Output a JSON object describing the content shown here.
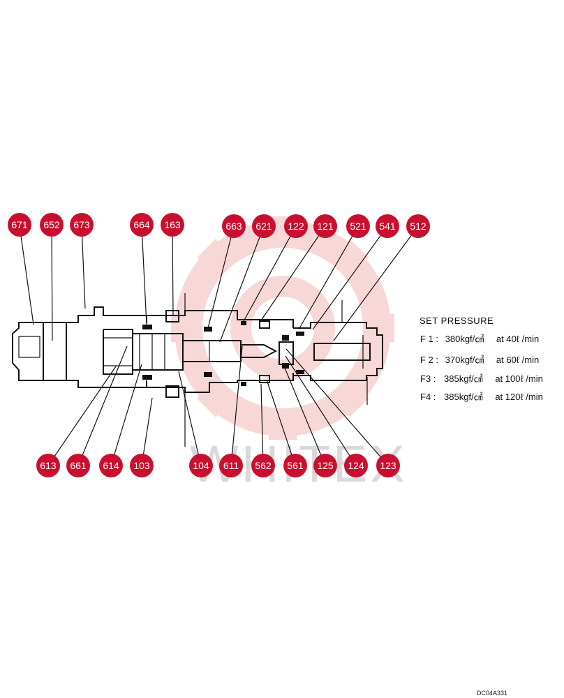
{
  "set_pressure": {
    "title": "SET PRESSURE",
    "rows": [
      {
        "label": "F 1 :",
        "pressure": "380kgf/㎠",
        "flow": "at  40ℓ /min"
      },
      {
        "label": "F 2 :",
        "pressure": "370kgf/㎠",
        "flow": "at  60ℓ /min"
      },
      {
        "label": "F3 :",
        "pressure": "385kgf/㎠",
        "flow": "at  100ℓ /min"
      },
      {
        "label": "F4 :",
        "pressure": "385kgf/㎠",
        "flow": "at  120ℓ /min"
      }
    ]
  },
  "drawing_code": "DC04A331",
  "watermark": {
    "text": "WHITEX"
  },
  "colors": {
    "badge": "#c8102e",
    "watermark": "#f4c4c4",
    "line": "#111111"
  },
  "top_callouts": [
    "671",
    "652",
    "673",
    "664",
    "163",
    "663",
    "621",
    "122",
    "121",
    "521",
    "541",
    "512"
  ],
  "bottom_callouts": [
    "613",
    "661",
    "614",
    "103",
    "104",
    "611",
    "562",
    "561",
    "125",
    "124",
    "123"
  ]
}
